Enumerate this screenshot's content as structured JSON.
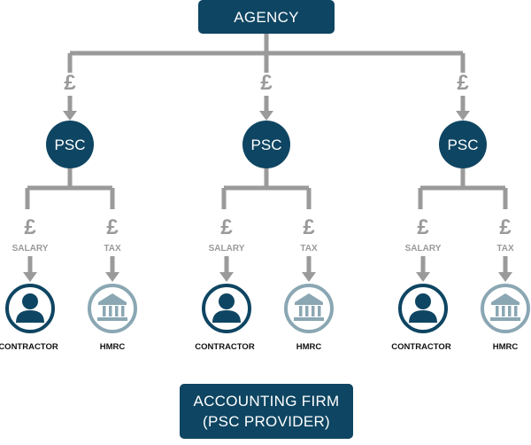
{
  "agency": {
    "label": "AGENCY"
  },
  "accounting_firm": {
    "line1": "ACCOUNTING FIRM",
    "line2": "(PSC PROVIDER)"
  },
  "currency_symbol": "£",
  "branches": [
    {
      "psc_label": "PSC",
      "salary_label": "SALARY",
      "tax_label": "TAX",
      "contractor_label": "CONTRACTOR",
      "hmrc_label": "HMRC"
    },
    {
      "psc_label": "PSC",
      "salary_label": "SALARY",
      "tax_label": "TAX",
      "contractor_label": "CONTRACTOR",
      "hmrc_label": "HMRC"
    },
    {
      "psc_label": "PSC",
      "salary_label": "SALARY",
      "tax_label": "TAX",
      "contractor_label": "CONTRACTOR",
      "hmrc_label": "HMRC"
    }
  ],
  "colors": {
    "primary": "#0e4562",
    "connector": "#9a9a9a",
    "hmrc": "#8aa7b3"
  },
  "icons": {
    "contractor": "person-icon",
    "hmrc": "bank-building-icon"
  }
}
